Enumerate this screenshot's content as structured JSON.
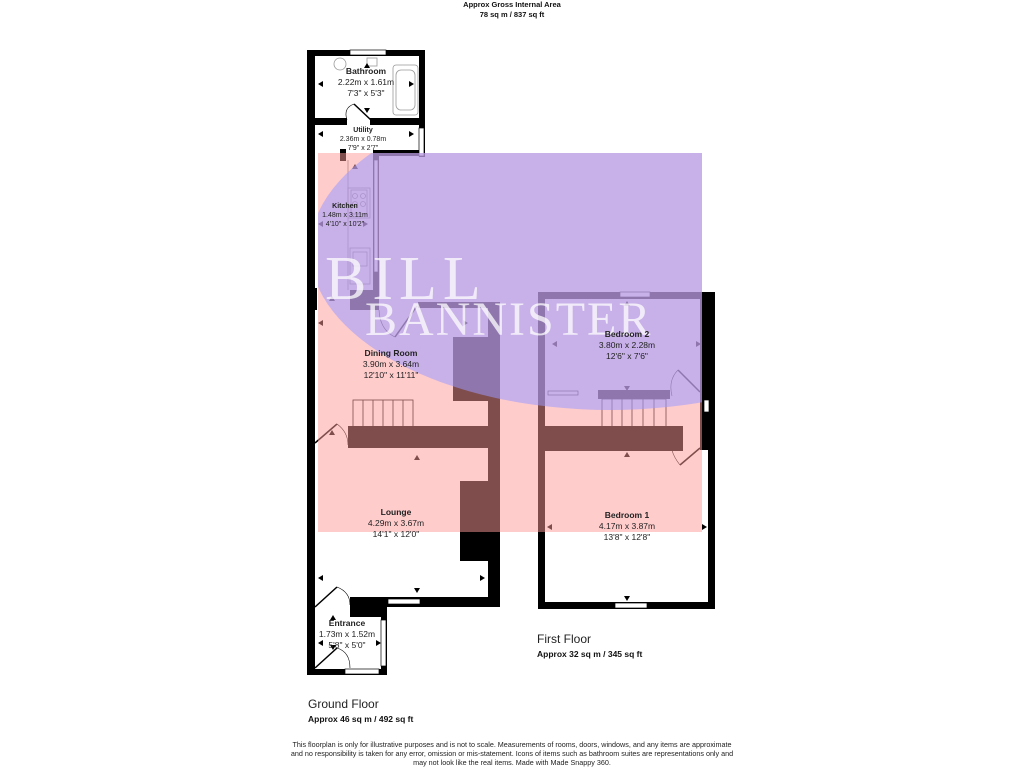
{
  "header": {
    "title": "Approx Gross Internal Area",
    "area": "78 sq m / 837 sq ft"
  },
  "watermark": {
    "text_line1": "BILL",
    "text_line2": "BANNISTER",
    "colors": {
      "blue": "#c8c8ff",
      "pink": "#ffc8c8"
    }
  },
  "floors": {
    "ground": {
      "title": "Ground Floor",
      "area": "Approx 46 sq m / 492 sq ft",
      "rooms": [
        {
          "name": "Bathroom",
          "metric": "2.22m x 1.61m",
          "imperial": "7'3\" x 5'3\""
        },
        {
          "name": "Utility",
          "metric": "2.36m x 0.78m",
          "imperial": "7'9\" x 2'7\""
        },
        {
          "name": "Kitchen",
          "metric": "1.48m x 3.11m",
          "imperial": "4'10\" x 10'2\""
        },
        {
          "name": "Dining Room",
          "metric": "3.90m x 3.64m",
          "imperial": "12'10\" x 11'11\""
        },
        {
          "name": "Lounge",
          "metric": "4.29m x 3.67m",
          "imperial": "14'1\" x 12'0\""
        },
        {
          "name": "Entrance",
          "metric": "1.73m x 1.52m",
          "imperial": "5'8\" x 5'0\""
        }
      ]
    },
    "first": {
      "title": "First Floor",
      "area": "Approx 32 sq m / 345 sq ft",
      "rooms": [
        {
          "name": "Bedroom 2",
          "metric": "3.80m x 2.28m",
          "imperial": "12'6\" x 7'6\""
        },
        {
          "name": "Bedroom 1",
          "metric": "4.17m x 3.87m",
          "imperial": "13'8\" x 12'8\""
        }
      ]
    }
  },
  "disclaimer": {
    "line1": "This floorplan is only for illustrative purposes and is not to scale. Measurements of rooms, doors, windows, and any items are approximate",
    "line2": "and no responsibility is taken for any error, omission or mis-statement. Icons of items such as bathroom suites are representations only and",
    "line3": "may not look like the real items. Made with Made Snappy 360."
  }
}
